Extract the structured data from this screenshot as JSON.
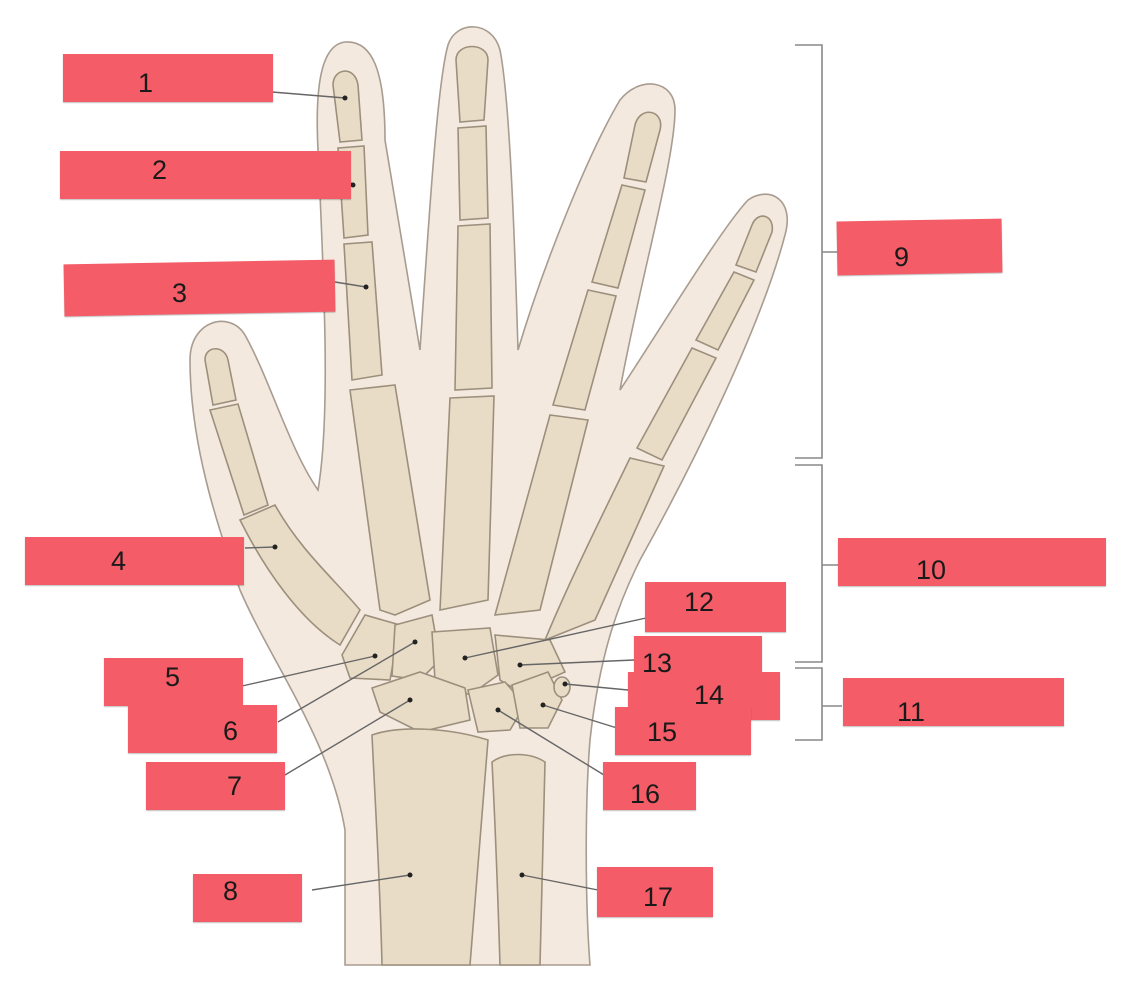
{
  "labels": {
    "l1": "1",
    "l2": "2",
    "l3": "3",
    "l4": "4",
    "l5": "5",
    "l6": "6",
    "l7": "7",
    "l8": "8",
    "l9": "9",
    "l10": "10",
    "l11": "11",
    "l12": "12",
    "l13": "13",
    "l14": "14",
    "l15": "15",
    "l16": "16",
    "l17": "17"
  },
  "colors": {
    "label_fill": "#f45c67",
    "bone": "#e9dcc6",
    "skin": "#f4e9df"
  }
}
